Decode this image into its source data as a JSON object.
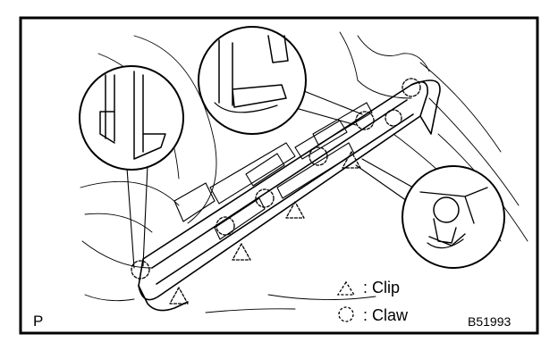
{
  "diagram": {
    "corner_letter": "P",
    "figure_code": "B51993",
    "legend": {
      "clip_symbol": "△:",
      "clip_label": "Clip",
      "claw_symbol": "◯:",
      "claw_label": "Claw"
    }
  },
  "colors": {
    "ink": "#000000",
    "paper": "#ffffff"
  }
}
